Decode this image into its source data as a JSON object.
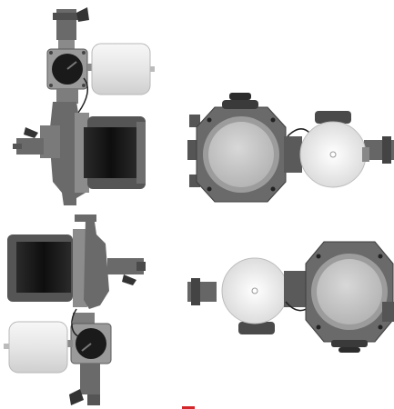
{
  "colors": {
    "background": "#ffffff",
    "metal_dark": "#4a4a4a",
    "metal_mid": "#6d6d6d",
    "metal_light": "#9a9a9a",
    "face": "#c9c9c9",
    "tank_white": "#efefef",
    "motor_black": "#141414",
    "valve_red": "#d2262b"
  },
  "views": [
    {
      "name": "side-view-upright"
    },
    {
      "name": "top-view-right"
    },
    {
      "name": "side-view-inverted"
    },
    {
      "name": "top-view-left"
    }
  ]
}
